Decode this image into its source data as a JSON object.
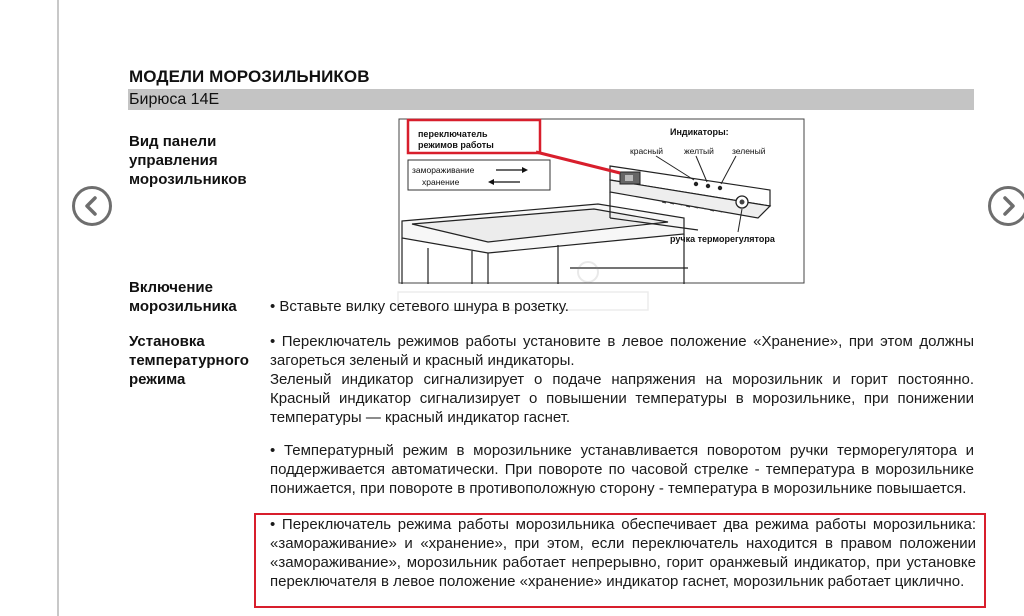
{
  "doc": {
    "title": "МОДЕЛИ МОРОЗИЛЬНИКОВ",
    "model": "Бирюса 14Е"
  },
  "sections": {
    "panel_label": "Вид панели управления морозильников",
    "power_label": "Включение морозильника",
    "temp_label": "Установка температурного режима"
  },
  "paragraphs": {
    "power": "• Вставьте вилку сетевого шнура в розетку.",
    "temp1": "• Переключатель режимов работы установите в левое положение «Хранение», при этом должны загореться зеленый и красный индикаторы.",
    "temp1b": "Зеленый индикатор сигнализирует о подаче напряжения на морозильник и горит постоянно. Красный индикатор сигнализирует о повышении температуры в морозильнике, при понижении температуры — красный индикатор гаснет.",
    "temp2": "• Температурный режим в морозильнике устанавливается поворотом ручки терморегулятора и поддерживается автоматически. При повороте по часовой стрелке - температура в морозильнике понижается, при повороте в противоположную сторону - температура в морозильнике повышается.",
    "switch_modes": "• Переключатель режима работы морозильника обеспечивает два режима работы морозильника: «замораживание» и «хранение», при этом, если переключатель находится в правом положении «замораживание», морозильник работает непрерывно, горит оранжевый индикатор, при установке переключателя в левое положение «хранение» индикатор гаснет, морозильник работает циклично."
  },
  "diagram": {
    "switch_label_1": "переключатель",
    "switch_label_2": "режимов работы",
    "indicators_title": "Индикаторы:",
    "ind_red": "красный",
    "ind_yellow": "желтый",
    "ind_green": "зеленый",
    "mode_freeze": "замораживание",
    "mode_store": "хранение",
    "knob_label": "ручка терморегулятора"
  },
  "colors": {
    "highlight": "#d81e2c",
    "model_bar": "#c4c4c4"
  },
  "icons": {
    "prev": "chevron-left-icon",
    "next": "chevron-right-icon"
  }
}
